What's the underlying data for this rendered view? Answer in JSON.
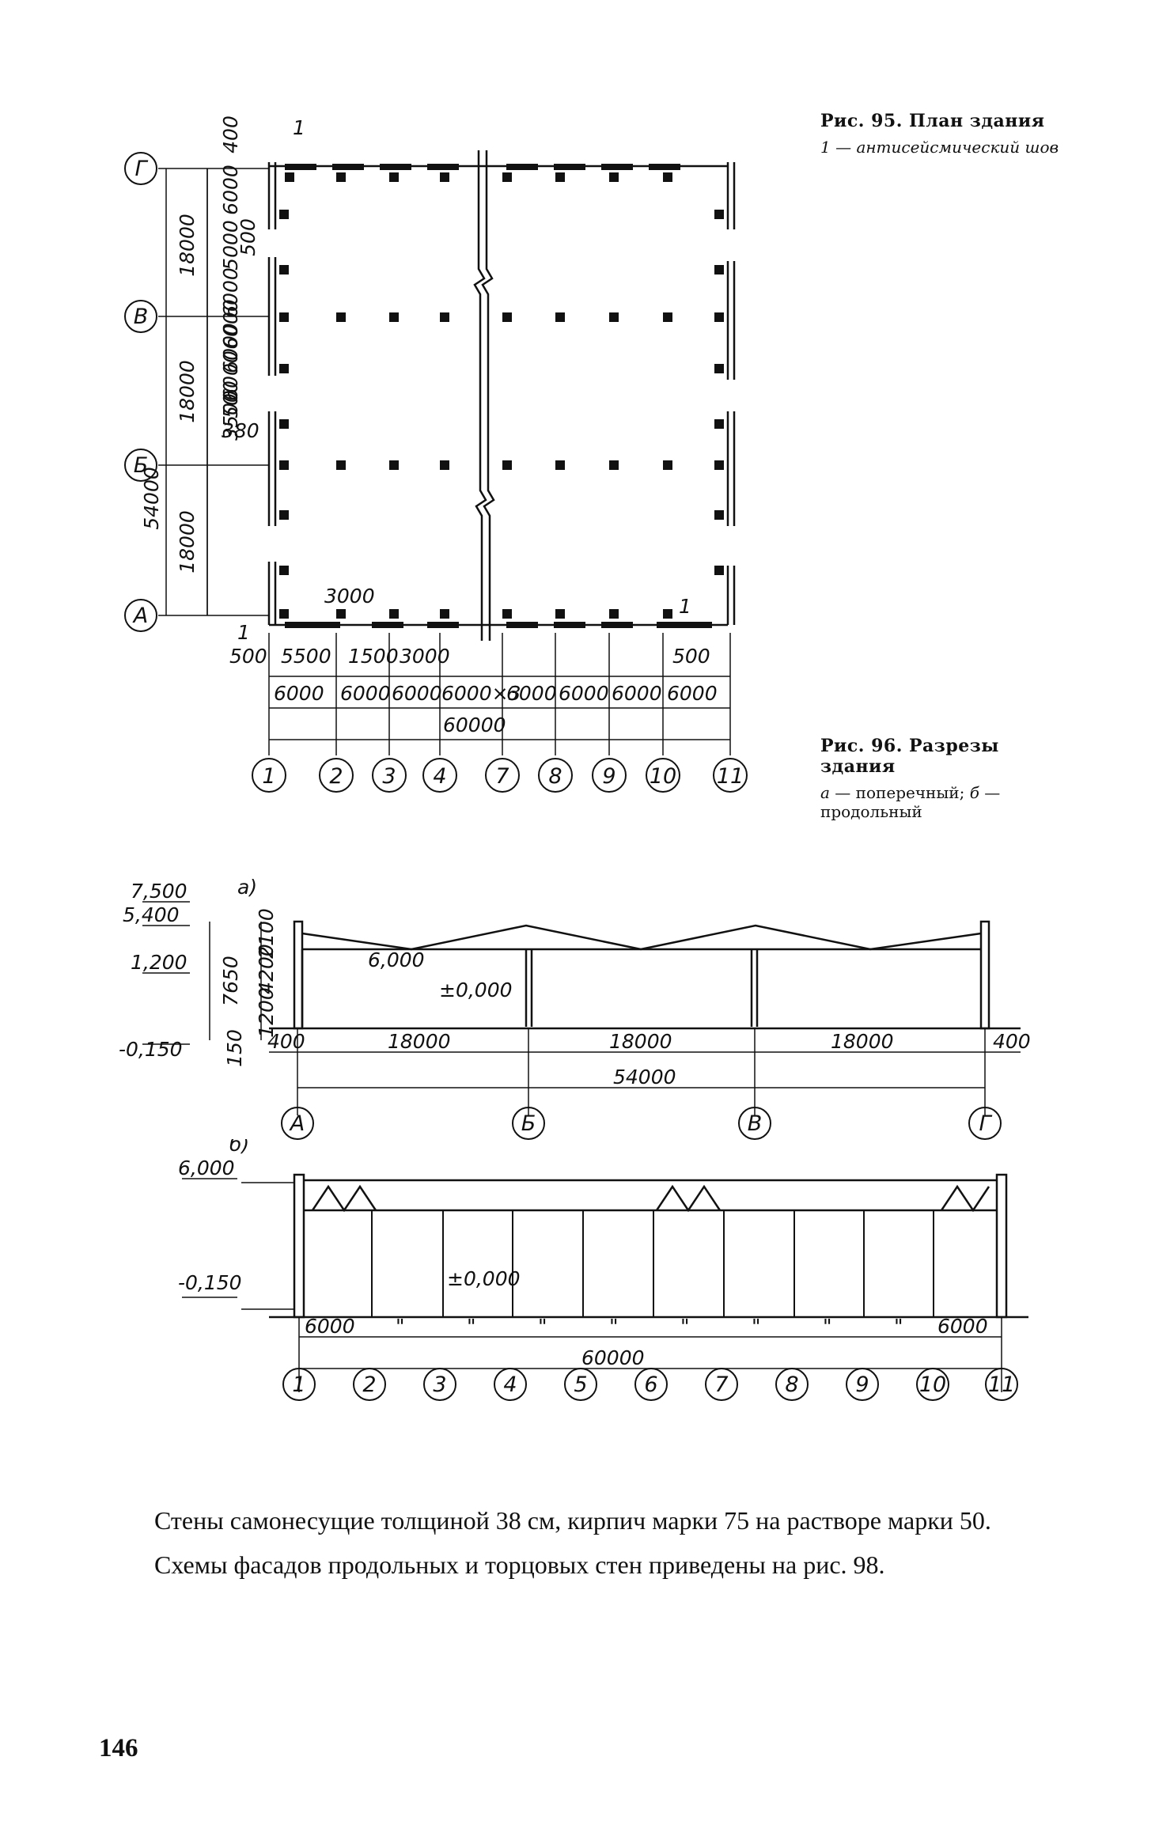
{
  "fig95": {
    "caption_title": "Рис. 95. План здания",
    "caption_note_num": "1",
    "caption_note_text": " — антисейсмический шов",
    "axes_rows": [
      "Г",
      "В",
      "Б",
      "А"
    ],
    "axes_cols": [
      "1",
      "2",
      "3",
      "4",
      "7",
      "8",
      "9",
      "10",
      "11"
    ],
    "dim_overall_vertical": "54000",
    "dim_row_spans": [
      "18000",
      "18000",
      "18000"
    ],
    "dim_left_stack": [
      "400",
      "6000",
      "6000",
      "500",
      "5000",
      "6000",
      "6000",
      "6000",
      "500",
      "3500",
      "380"
    ],
    "dim_bottom_spans": [
      "6000",
      "6000",
      "6000",
      "6000×3",
      "6000",
      "6000",
      "6000",
      "6000"
    ],
    "dim_bottom_total": "60000",
    "dim_bottom_small": [
      "500",
      "5500",
      "1500",
      "3000",
      "500"
    ],
    "dim_3000_upper": "3000",
    "callout_1": "1"
  },
  "fig96": {
    "caption_title": "Рис. 96. Разрезы здания",
    "caption_note_a": "а",
    "caption_note_a_text": " — поперечный; ",
    "caption_note_b": "б",
    "caption_note_b_text": " — продольный",
    "section_a": {
      "label": "а)",
      "levels": [
        "7,500",
        "5,400",
        "1,200",
        "-0,150"
      ],
      "level_inner_1": "6,000",
      "level_inner_2": "±0,000",
      "vertical_dims": [
        "2100",
        "4200",
        "7650",
        "1200",
        "150"
      ],
      "spans": [
        "18000",
        "18000",
        "18000"
      ],
      "end_offsets": [
        "400",
        "400"
      ],
      "total": "54000",
      "axes": [
        "А",
        "Б",
        "В",
        "Г"
      ]
    },
    "section_b": {
      "label": "б)",
      "levels": [
        "6,000",
        "-0,150"
      ],
      "level_inner": "±0,000",
      "first_span": "6000",
      "last_span": "6000",
      "ditto": "\"",
      "total": "60000",
      "axes": [
        "1",
        "2",
        "3",
        "4",
        "5",
        "6",
        "7",
        "8",
        "9",
        "10",
        "11"
      ]
    }
  },
  "body": {
    "paragraph_1": "Стены самонесущие толщиной 38 см, кирпич марки 75 на растворе марки 50.",
    "paragraph_2": "Схемы фасадов продольных и торцовых стен приведены на рис. 98."
  },
  "page_number": "146"
}
